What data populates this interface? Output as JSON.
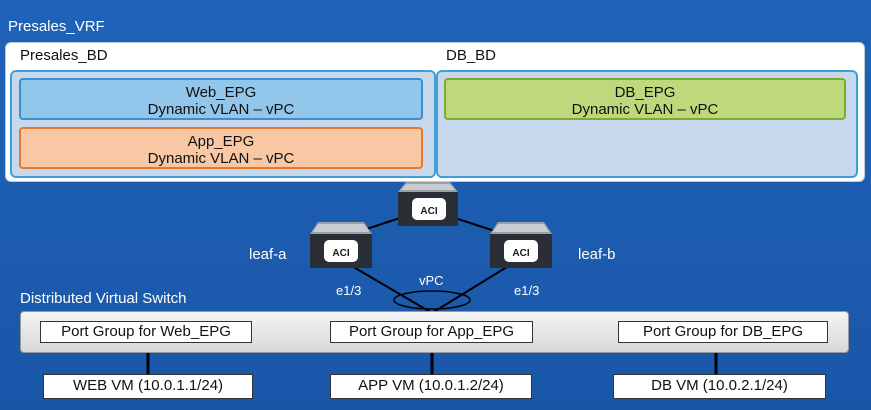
{
  "vrf": {
    "title": "Presales_VRF"
  },
  "bridge_domains": [
    {
      "title": "Presales_BD",
      "epgs": [
        {
          "name": "Web_EPG",
          "mode": "Dynamic VLAN – vPC"
        },
        {
          "name": "App_EPG",
          "mode": "Dynamic VLAN – vPC"
        }
      ]
    },
    {
      "title": "DB_BD",
      "epgs": [
        {
          "name": "DB_EPG",
          "mode": "Dynamic VLAN – vPC"
        }
      ]
    }
  ],
  "switches": {
    "spine": {
      "badge": "ACI"
    },
    "leaf_a": {
      "name": "leaf-a",
      "badge": "ACI",
      "port": "e1/3"
    },
    "leaf_b": {
      "name": "leaf-b",
      "badge": "ACI",
      "port": "e1/3"
    },
    "vpc_label": "vPC"
  },
  "dvs": {
    "title": "Distributed Virtual Switch",
    "port_groups": [
      "Port Group for Web_EPG",
      "Port Group for App_EPG",
      "Port Group for DB_EPG"
    ]
  },
  "vms": [
    "WEB VM (10.0.1.1/24)",
    "APP VM (10.0.1.2/24)",
    "DB VM (10.0.2.1/24)"
  ],
  "colors": {
    "background": "#1a5fb4",
    "web_epg": "#92c6ea",
    "app_epg": "#f8c8a4",
    "db_epg": "#c0d87c",
    "bd_fill": "#c8d8ec"
  }
}
